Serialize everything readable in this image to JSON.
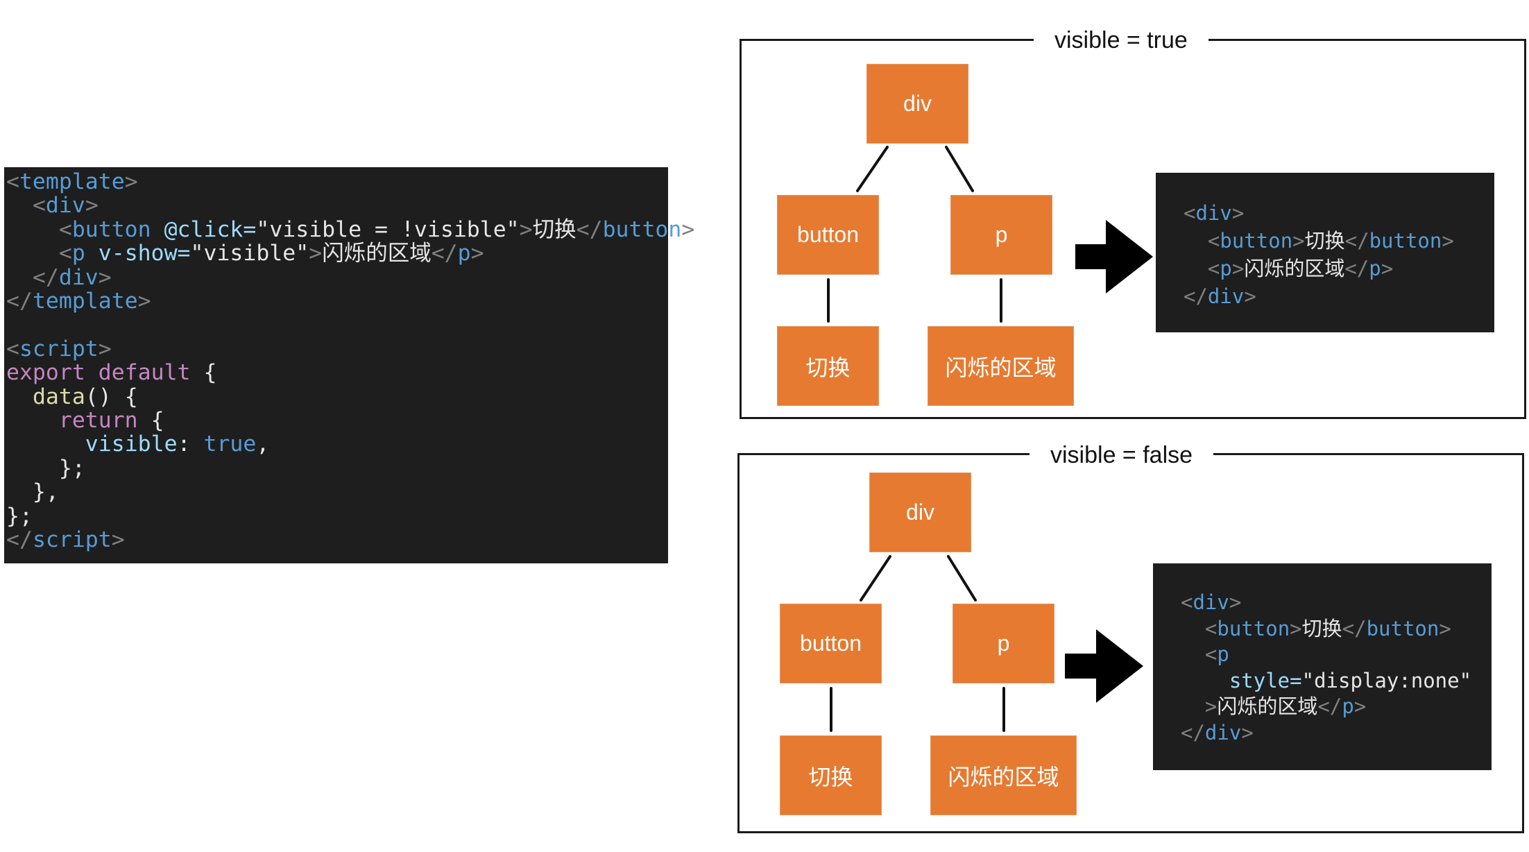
{
  "source_code": {
    "lines": [
      [
        [
          "punc",
          "<"
        ],
        [
          "tag",
          "template"
        ],
        [
          "punc",
          ">"
        ]
      ],
      [
        [
          "plain",
          "  "
        ],
        [
          "punc",
          "<"
        ],
        [
          "tag",
          "div"
        ],
        [
          "punc",
          ">"
        ]
      ],
      [
        [
          "plain",
          "    "
        ],
        [
          "punc",
          "<"
        ],
        [
          "tag",
          "button"
        ],
        [
          "plain",
          " "
        ],
        [
          "attr",
          "@click="
        ],
        [
          "str",
          "\"visible = !visible\""
        ],
        [
          "punc",
          ">"
        ],
        [
          "plain",
          "切换"
        ],
        [
          "punc",
          "</"
        ],
        [
          "tag",
          "button"
        ],
        [
          "punc",
          ">"
        ]
      ],
      [
        [
          "plain",
          "    "
        ],
        [
          "punc",
          "<"
        ],
        [
          "tag",
          "p"
        ],
        [
          "plain",
          " "
        ],
        [
          "attr",
          "v-show="
        ],
        [
          "str",
          "\"visible\""
        ],
        [
          "punc",
          ">"
        ],
        [
          "plain",
          "闪烁的区域"
        ],
        [
          "punc",
          "</"
        ],
        [
          "tag",
          "p"
        ],
        [
          "punc",
          ">"
        ]
      ],
      [
        [
          "plain",
          "  "
        ],
        [
          "punc",
          "</"
        ],
        [
          "tag",
          "div"
        ],
        [
          "punc",
          ">"
        ]
      ],
      [
        [
          "punc",
          "</"
        ],
        [
          "tag",
          "template"
        ],
        [
          "punc",
          ">"
        ]
      ],
      [
        [
          "plain",
          ""
        ]
      ],
      [
        [
          "punc",
          "<"
        ],
        [
          "tag",
          "script"
        ],
        [
          "punc",
          ">"
        ]
      ],
      [
        [
          "kw",
          "export"
        ],
        [
          "plain",
          " "
        ],
        [
          "kw",
          "default"
        ],
        [
          "plain",
          " {"
        ]
      ],
      [
        [
          "plain",
          "  "
        ],
        [
          "fn",
          "data"
        ],
        [
          "plain",
          "() {"
        ]
      ],
      [
        [
          "plain",
          "    "
        ],
        [
          "kw",
          "return"
        ],
        [
          "plain",
          " {"
        ]
      ],
      [
        [
          "plain",
          "      "
        ],
        [
          "attr",
          "visible"
        ],
        [
          "plain",
          ": "
        ],
        [
          "bool",
          "true"
        ],
        [
          "plain",
          ","
        ]
      ],
      [
        [
          "plain",
          "    };"
        ]
      ],
      [
        [
          "plain",
          "  },"
        ]
      ],
      [
        [
          "plain",
          "};"
        ]
      ],
      [
        [
          "punc",
          "</"
        ],
        [
          "tag",
          "script"
        ],
        [
          "punc",
          ">"
        ]
      ]
    ]
  },
  "panel_true": {
    "title": "visible = true",
    "tree": {
      "root": "div",
      "children": [
        {
          "label": "button",
          "child": "切换"
        },
        {
          "label": "p",
          "child": "闪烁的区域"
        }
      ]
    },
    "output_code": [
      [
        [
          "punc",
          "<"
        ],
        [
          "tag",
          "div"
        ],
        [
          "punc",
          ">"
        ]
      ],
      [
        [
          "plain",
          "  "
        ],
        [
          "punc",
          "<"
        ],
        [
          "tag",
          "button"
        ],
        [
          "punc",
          ">"
        ],
        [
          "plain",
          "切换"
        ],
        [
          "punc",
          "</"
        ],
        [
          "tag",
          "button"
        ],
        [
          "punc",
          ">"
        ]
      ],
      [
        [
          "plain",
          "  "
        ],
        [
          "punc",
          "<"
        ],
        [
          "tag",
          "p"
        ],
        [
          "punc",
          ">"
        ],
        [
          "plain",
          "闪烁的区域"
        ],
        [
          "punc",
          "</"
        ],
        [
          "tag",
          "p"
        ],
        [
          "punc",
          ">"
        ]
      ],
      [
        [
          "punc",
          "</"
        ],
        [
          "tag",
          "div"
        ],
        [
          "punc",
          ">"
        ]
      ]
    ]
  },
  "panel_false": {
    "title": "visible = false",
    "tree": {
      "root": "div",
      "children": [
        {
          "label": "button",
          "child": "切换"
        },
        {
          "label": "p",
          "child": "闪烁的区域"
        }
      ]
    },
    "output_code": [
      [
        [
          "punc",
          "<"
        ],
        [
          "tag",
          "div"
        ],
        [
          "punc",
          ">"
        ]
      ],
      [
        [
          "plain",
          "  "
        ],
        [
          "punc",
          "<"
        ],
        [
          "tag",
          "button"
        ],
        [
          "punc",
          ">"
        ],
        [
          "plain",
          "切换"
        ],
        [
          "punc",
          "</"
        ],
        [
          "tag",
          "button"
        ],
        [
          "punc",
          ">"
        ]
      ],
      [
        [
          "plain",
          "  "
        ],
        [
          "punc",
          "<"
        ],
        [
          "tag",
          "p"
        ]
      ],
      [
        [
          "plain",
          "    "
        ],
        [
          "attr",
          "style="
        ],
        [
          "str",
          "\"display:none\""
        ]
      ],
      [
        [
          "plain",
          "  "
        ],
        [
          "punc",
          ">"
        ],
        [
          "plain",
          "闪烁的区域"
        ],
        [
          "punc",
          "</"
        ],
        [
          "tag",
          "p"
        ],
        [
          "punc",
          ">"
        ]
      ],
      [
        [
          "punc",
          "</"
        ],
        [
          "tag",
          "div"
        ],
        [
          "punc",
          ">"
        ]
      ]
    ]
  },
  "colors": {
    "node_fill": "#e67a30",
    "node_text": "#ffffff",
    "code_bg": "#1e1e1e",
    "frame_stroke": "#1a1a1a",
    "arrow": "#000000"
  }
}
